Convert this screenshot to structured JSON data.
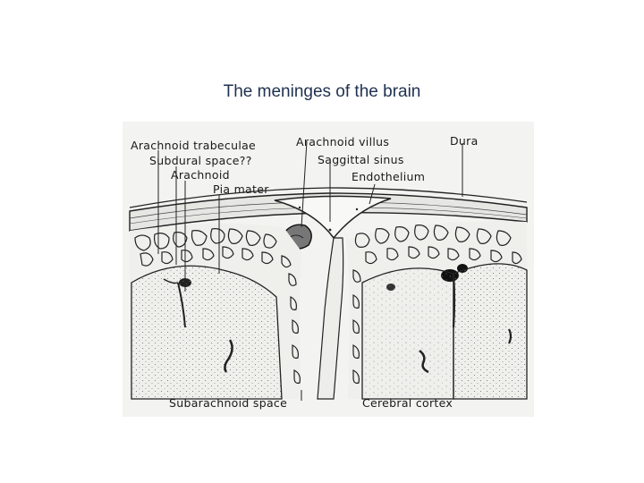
{
  "title": "The meninges of the brain",
  "labels": {
    "arachnoid_trabeculae": "Arachnoid trabeculae",
    "subdural_space": "Subdural space??",
    "arachnoid": "Arachnoid",
    "pia_mater": "Pia mater",
    "arachnoid_villus": "Arachnoid villus",
    "saggittal_sinus": "Saggittal sinus",
    "dura": "Dura",
    "endothelium": "Endothelium",
    "subarachnoid_space": "Subarachnoid space",
    "cerebral_cortex": "Cerebral cortex"
  }
}
